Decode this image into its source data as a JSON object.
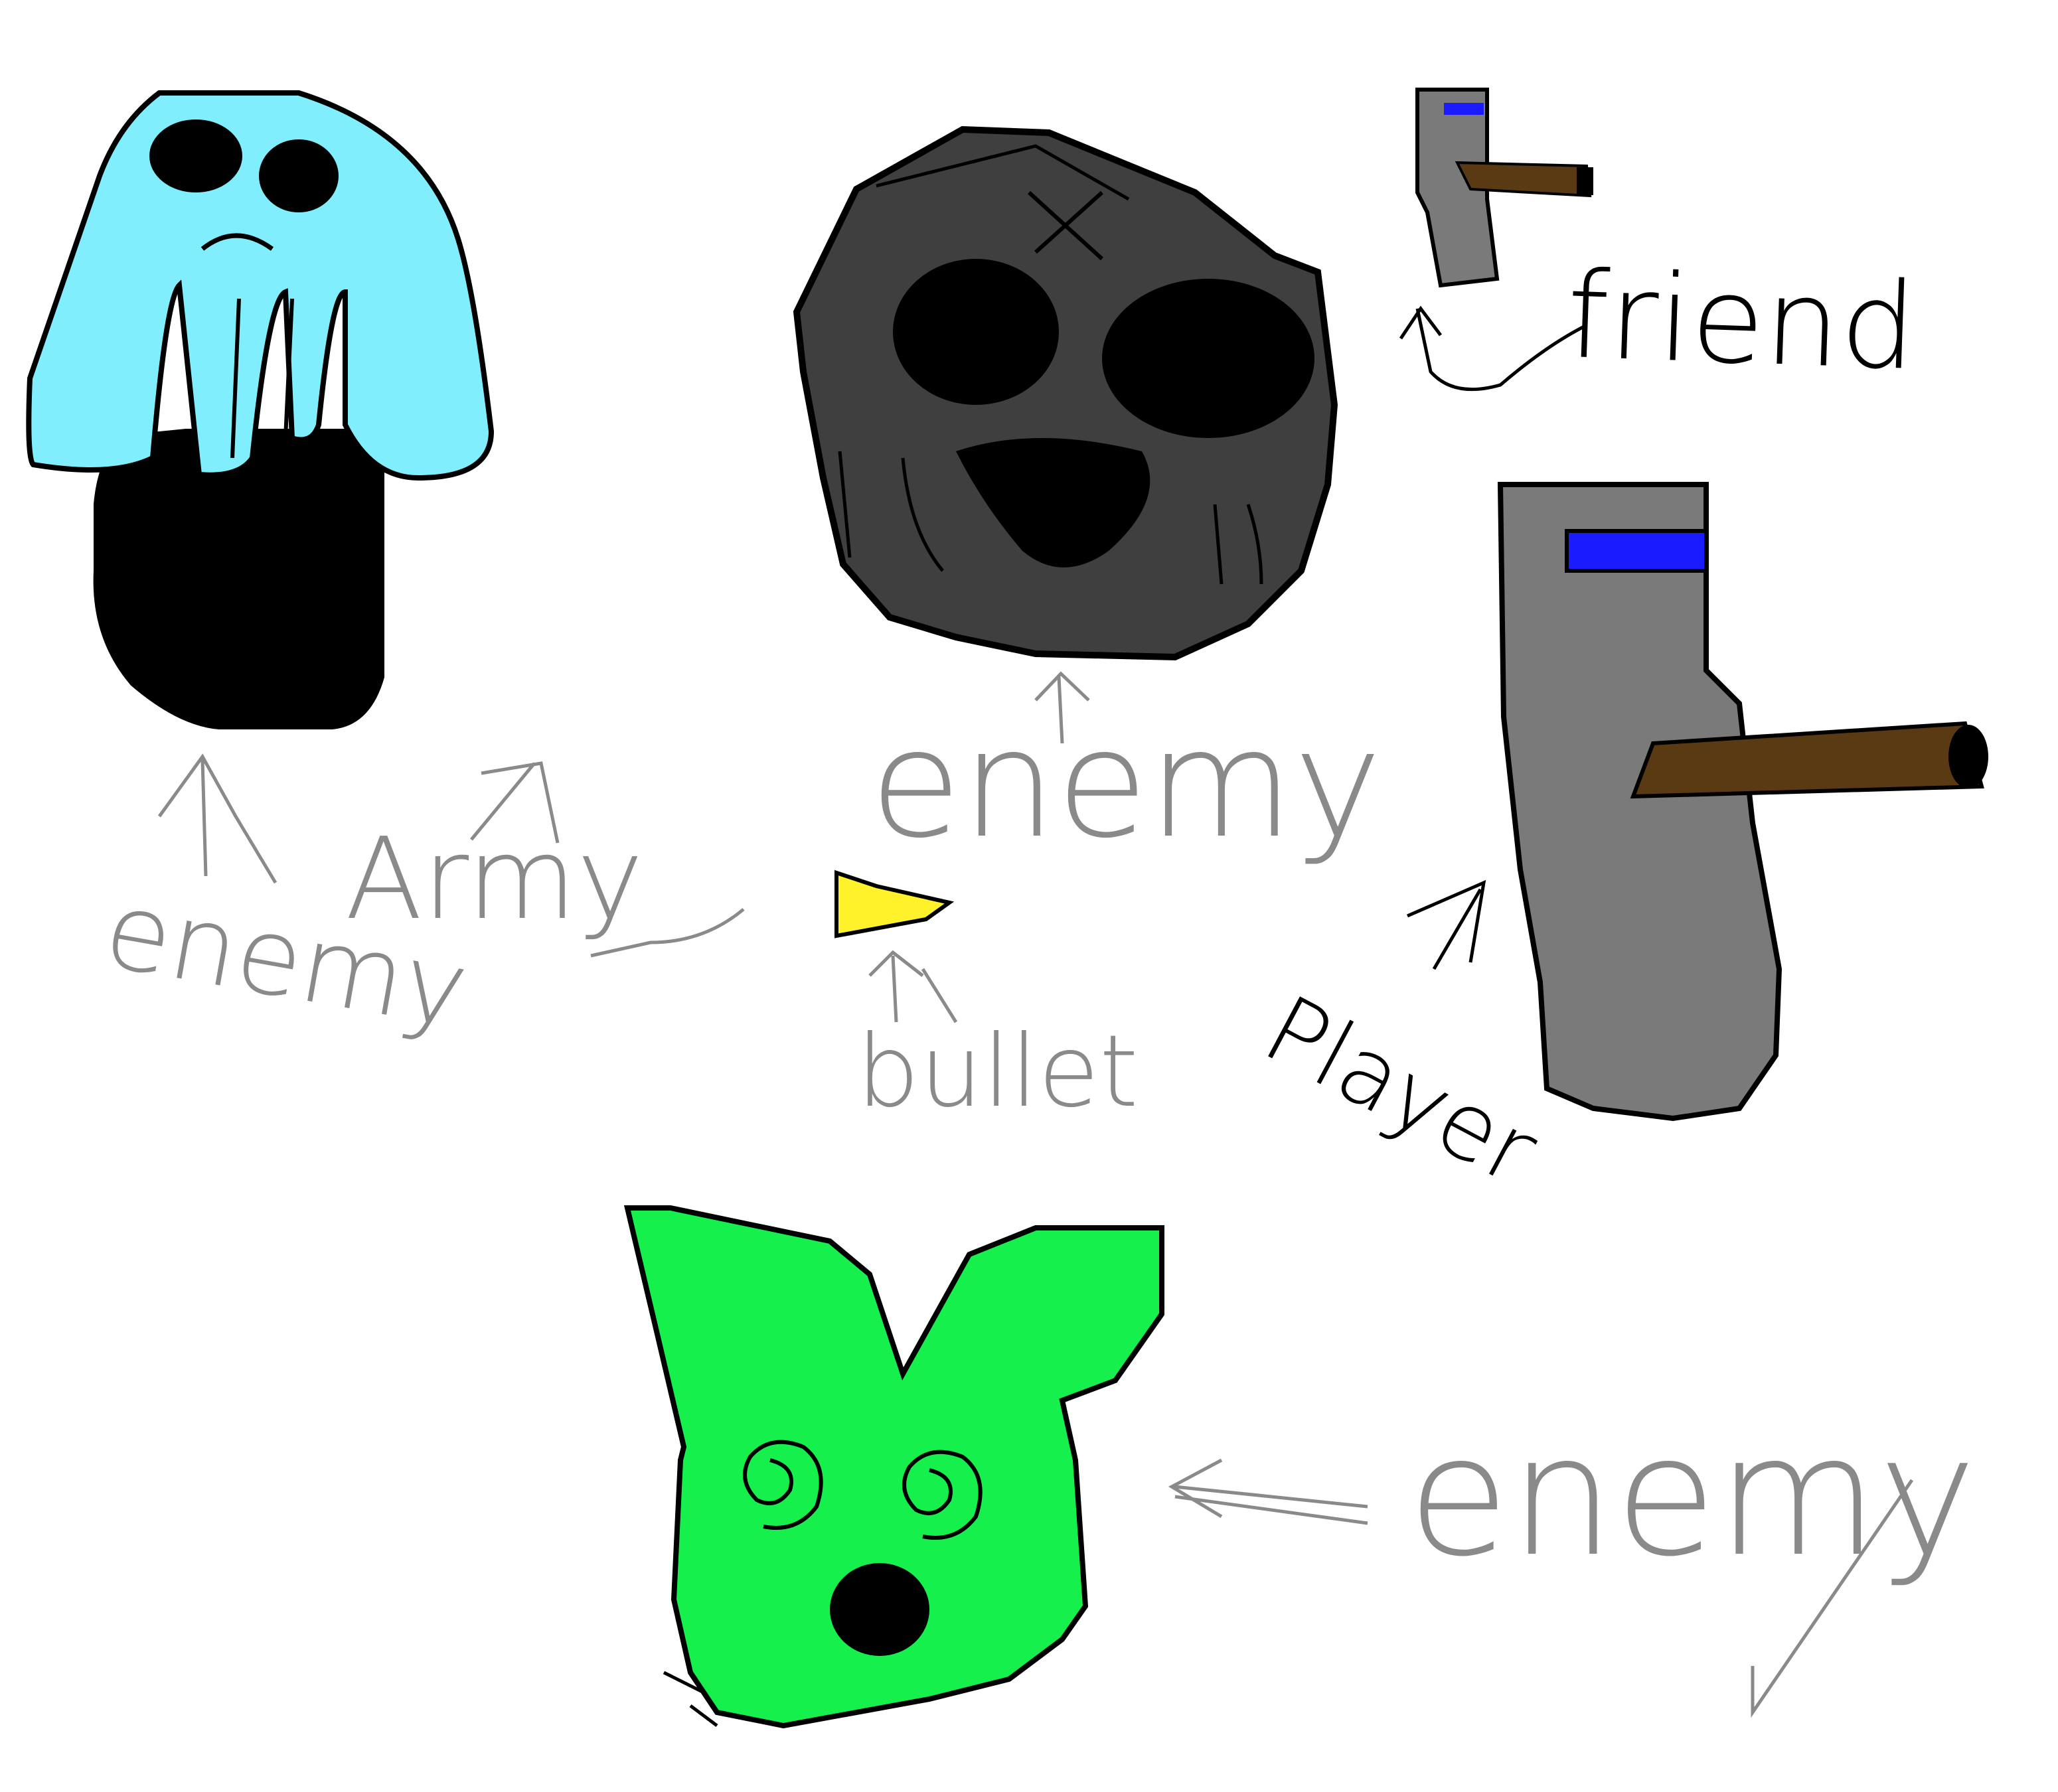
{
  "scene": {
    "background_color": "#ffffff"
  },
  "labels": {
    "friend": "friend",
    "enemy_rock": "enemy",
    "enemy_jelly": "enemy",
    "army": "Army",
    "bullet": "bullet",
    "player": "Player",
    "enemy_bunny": "enemy"
  },
  "colors": {
    "jelly_cap": "#80eefd",
    "jelly_body": "#000000",
    "rock": "#3f3f3f",
    "knight_body": "#7a7a7a",
    "visor": "#1b1bff",
    "gun": "#5a3a12",
    "bullet": "#fff22a",
    "bunny": "#16f04c",
    "label_gray": "#8a8a8a",
    "outline": "#000000"
  },
  "icons": {
    "jellyfish": "jellyfish-creature-icon",
    "rock": "rock-monster-icon",
    "knight_small": "knight-small-icon",
    "knight_large": "knight-player-icon",
    "bullet": "bullet-icon",
    "bunny": "bunny-creature-icon"
  }
}
